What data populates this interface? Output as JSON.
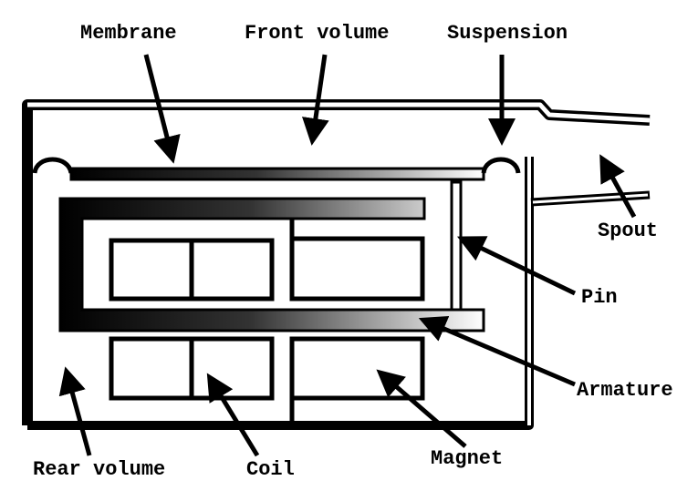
{
  "title": "Balanced armature receiver cross-section",
  "labels": {
    "membrane": "Membrane",
    "front_volume": "Front volume",
    "suspension": "Suspension",
    "spout": "Spout",
    "pin": "Pin",
    "armature": "Armature",
    "magnet": "Magnet",
    "coil": "Coil",
    "rear_volume": "Rear volume"
  }
}
